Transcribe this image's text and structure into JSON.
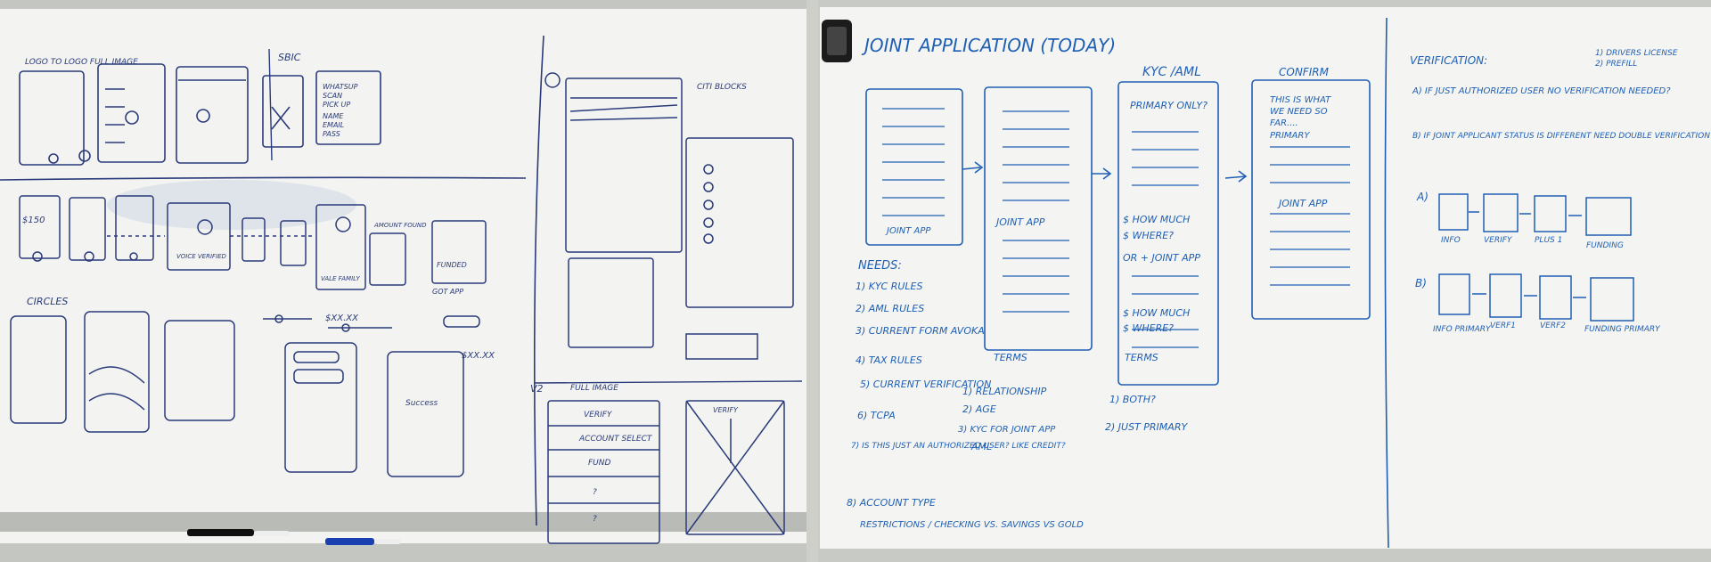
{
  "left_board": {
    "top_left_title": "LOGO TO LOGO FULL IMAGE",
    "top_mid_title": "SBIC",
    "list_items": [
      "WHATSUP",
      "SCAN",
      "PICK UP",
      "NAME",
      "EMAIL",
      "PASS"
    ],
    "row2_labels": [
      "VOICE VERIFIED",
      "VALE FAMILY",
      "AMOUNT FOUND",
      "FUNDED",
      "GOT APP",
      "$150"
    ],
    "row3_title": "CIRCLES",
    "amount_1": "$XX.XX",
    "amount_2": "$XX.XX",
    "success": "Success",
    "right_title": "CITI BLOCKS",
    "v2_label": "V2",
    "full_image": "FULL IMAGE",
    "v2_items": [
      "VERIFY",
      "ACCOUNT SELECT",
      "FUND",
      "?",
      "?"
    ],
    "verify_label": "VERIFY"
  },
  "right_board": {
    "title": "JOINT APPLICATION (TODAY)",
    "kyc_header": "KYC /AML",
    "confirm_header": "CONFIRM",
    "col1_checkbox": "JOINT APP",
    "col2_checkbox": "JOINT APP",
    "col2_terms": "TERMS",
    "col3_lines": [
      "PRIMARY ONLY?",
      "$ HOW MUCH",
      "$ WHERE?",
      "OR + JOINT APP",
      "$ HOW MUCH",
      "$ WHERE?"
    ],
    "col3_terms": "TERMS",
    "confirm_lines": [
      "THIS IS WHAT",
      "WE NEED SO",
      "FAR....",
      "PRIMARY"
    ],
    "confirm_joint": "JOINT APP",
    "needs_title": "NEEDS:",
    "needs": [
      "1) KYC RULES",
      "2) AML RULES",
      "3) CURRENT FORM AVOKA",
      "4) TAX RULES",
      "5) CURRENT VERIFICATION",
      "6) TCPA",
      "7) IS THIS JUST AN AUTHORIZED USER? LIKE CREDIT?",
      "8) ACCOUNT TYPE",
      "RESTRICTIONS / CHECKING VS. SAVINGS VS GOLD"
    ],
    "mid_notes": [
      "1) RELATIONSHIP",
      "2) AGE",
      "3) KYC FOR JOINT APP",
      "AML"
    ],
    "col3_notes": [
      "1) BOTH?",
      "2) JUST PRIMARY"
    ],
    "verification_title": "VERIFICATION:",
    "verification_opts": [
      "1) DRIVERS LICENSE",
      "2) PREFILL"
    ],
    "note_a": "A) IF JUST AUTHORIZED USER NO VERIFICATION NEEDED?",
    "note_b": "B) IF JOINT APPLICANT STATUS IS DIFFERENT NEED DOUBLE VERIFICATION",
    "flow_a_label": "A)",
    "flow_a": [
      "INFO",
      "VERIFY",
      "PLUS 1",
      "FUNDING"
    ],
    "flow_b_label": "B)",
    "flow_b": [
      "INFO PRIMARY",
      "VERF1",
      "VERF2",
      "FUNDING PRIMARY"
    ]
  },
  "colors": {
    "board": "#f4f5f2",
    "frame": "#c9cbc6",
    "marker_blue": "#1e5fb5",
    "marker_black": "#2a3a7a"
  }
}
